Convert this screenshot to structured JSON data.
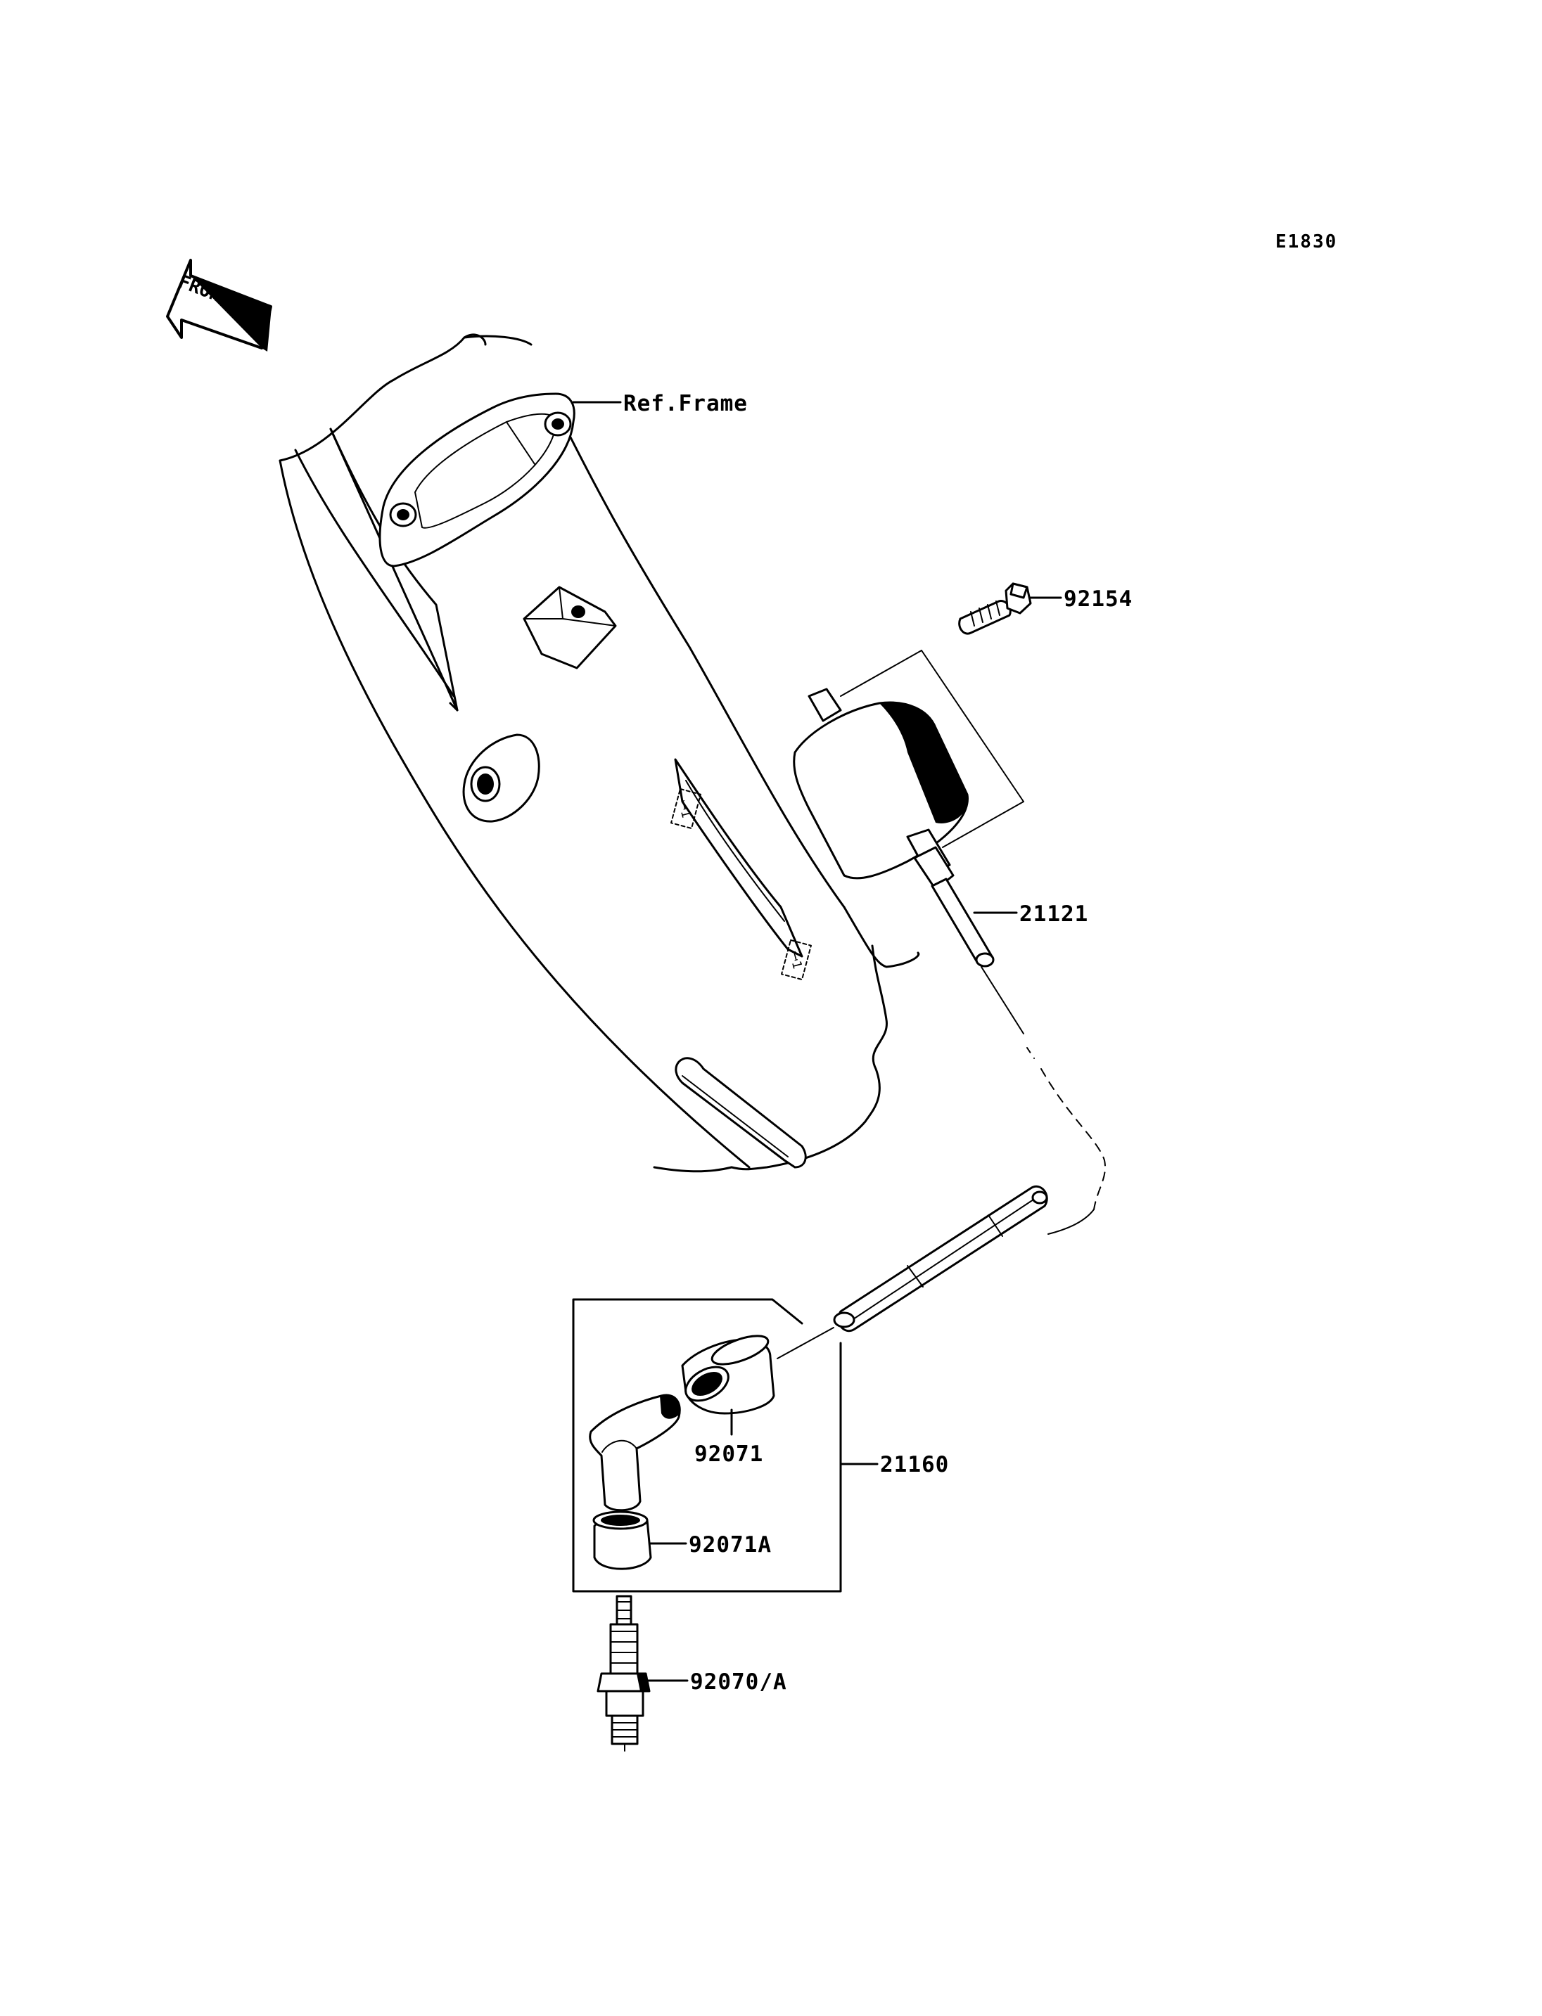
{
  "diagram_code": "E1830",
  "front_label": "FRONT",
  "callouts": {
    "frame": "Ref.Frame",
    "bolt": "92154",
    "ignition_coil": "21121",
    "cap_assembly": "21160",
    "cap_seal": "92071",
    "cap_seal_a": "92071A",
    "spark_plug": "92070/A"
  }
}
